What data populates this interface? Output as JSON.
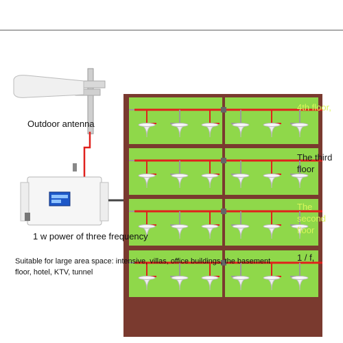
{
  "labels": {
    "outdoor_antenna": "Outdoor antenna",
    "power": "1 w power of three frequency",
    "suitable": "Suitable for large area space: intensive, villas, office buildings, the basement floor, hotel, KTV, tunnel"
  },
  "floors": [
    {
      "label": "4th floor,"
    },
    {
      "label": "The third floor"
    },
    {
      "label": "The second floor"
    },
    {
      "label": "1 / f,"
    }
  ],
  "colors": {
    "building": "#7a3a2f",
    "room": "#8fd84a",
    "cable": "#e0201c",
    "feeder": "#9a9a9a",
    "dome": "#eeeeee"
  },
  "icons": [
    "outdoor-antenna-icon",
    "repeater-icon",
    "ceiling-antenna-icon",
    "splitter-icon"
  ]
}
